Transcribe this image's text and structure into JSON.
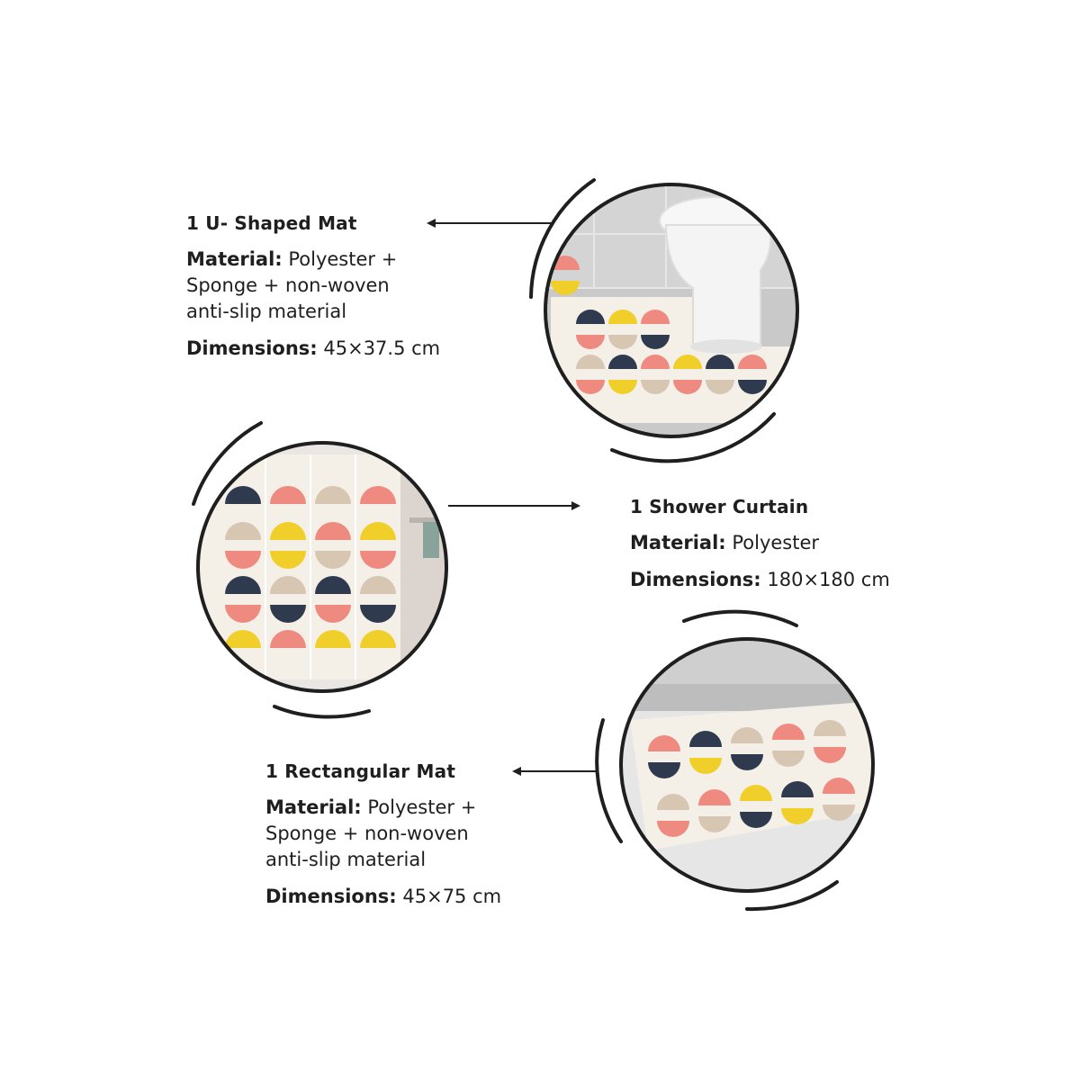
{
  "colors": {
    "navy": "#2f3a4f",
    "coral": "#ef8a80",
    "mustard": "#f0cf2a",
    "taupe": "#d6c6b2",
    "cream": "#f4efe7",
    "ink": "#1f1f1f"
  },
  "products": [
    {
      "title": "1 U- Shaped Mat",
      "material_label": "Material:",
      "material_lines": [
        "Polyester +",
        "Sponge + non-woven",
        "anti-slip material"
      ],
      "dimensions_label": "Dimensions:",
      "dimensions_value": "45×37.5 cm",
      "image_icon": "toilet-with-u-mat-image"
    },
    {
      "title": "1 Shower Curtain",
      "material_label": "Material:",
      "material_lines": [
        "Polyester"
      ],
      "dimensions_label": "Dimensions:",
      "dimensions_value": "180×180 cm",
      "image_icon": "shower-curtain-image"
    },
    {
      "title": "1 Rectangular Mat",
      "material_label": "Material:",
      "material_lines": [
        "Polyester +",
        "Sponge + non-woven",
        "anti-slip material"
      ],
      "dimensions_label": "Dimensions:",
      "dimensions_value": "45×75 cm",
      "image_icon": "rectangular-mat-image"
    }
  ]
}
